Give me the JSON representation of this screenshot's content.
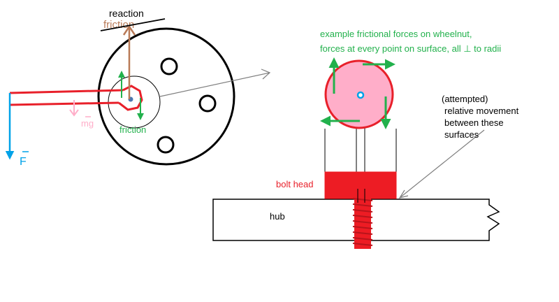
{
  "labels": {
    "reaction": "reaction",
    "friction_struck": "friction",
    "friction": "friction",
    "mg": "mg",
    "force": "F",
    "green_note_line1": "example frictional forces on wheelnut,",
    "green_note_line2": "forces at every point on surface, all ⊥ to radii",
    "attempted": "(attempted)",
    "relative_line1": "relative movement",
    "relative_line2": "between these",
    "relative_line3": "surfaces",
    "bolt_head": "bolt head",
    "hub": "hub"
  },
  "colors": {
    "red": "#e8202a",
    "green": "#22b14c",
    "brown": "#b97a57",
    "blue": "#00a2e8",
    "pink": "#ffaec9",
    "black": "#000000",
    "gray": "#7f7f7f"
  }
}
